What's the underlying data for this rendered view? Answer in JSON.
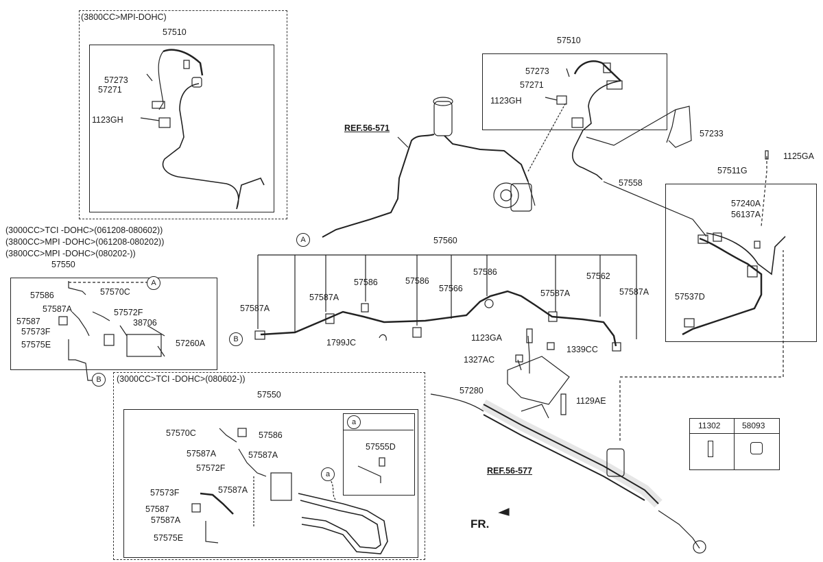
{
  "variants": {
    "top_left": "(3800CC>MPI-DOHC)",
    "left_1": "(3000CC>TCI -DOHC>(061208-080602))",
    "left_2": "(3800CC>MPI -DOHC>(061208-080202))",
    "left_3": "(3800CC>MPI -DOHC>(080202-))",
    "bottom": "(3000CC>TCI -DOHC>(080602-))"
  },
  "refs": {
    "ref1": "REF.56-571",
    "ref2": "REF.56-577"
  },
  "direction": "FR.",
  "markers": {
    "A": "A",
    "B": "B",
    "a": "a"
  },
  "parts": {
    "p57510a": "57510",
    "p57273a": "57273",
    "p57271a": "57271",
    "p1123gha": "1123GH",
    "p57510b": "57510",
    "p57273b": "57273",
    "p57271b": "57271",
    "p1123ghb": "1123GH",
    "p57233": "57233",
    "p57558": "57558",
    "p1125ga": "1125GA",
    "p57511g": "57511G",
    "p57240a": "57240A",
    "p56137a": "56137A",
    "p57537d": "57537D",
    "p57550a": "57550",
    "p57586a": "57586",
    "p57570ca": "57570C",
    "p57587aa": "57587A",
    "p57572fa": "57572F",
    "p57587a": "57587",
    "p38706": "38706",
    "p57573fa": "57573F",
    "p57260a": "57260A",
    "p57575ea": "57575E",
    "p57560": "57560",
    "p57587a_1": "57587A",
    "p57587a_2": "57587A",
    "p57586_1": "57586",
    "p57586_2": "57586",
    "p57566": "57566",
    "p57586_3": "57586",
    "p57587a_3": "57587A",
    "p57562": "57562",
    "p57587a_4": "57587A",
    "p1799jc": "1799JC",
    "p1123ga": "1123GA",
    "p1327ac": "1327AC",
    "p1339cc": "1339CC",
    "p57280": "57280",
    "p1129ae": "1129AE",
    "p57550b": "57550",
    "p57570cb": "57570C",
    "p57586b": "57586",
    "p57587ab1": "57587A",
    "p57587ab2": "57587A",
    "p57572fb": "57572F",
    "p57573fb": "57573F",
    "p57587ab3": "57587A",
    "p57587b": "57587",
    "p57587ab4": "57587A",
    "p57575eb": "57575E",
    "p57555d": "57555D"
  },
  "legend_table": {
    "col1": "11302",
    "col2": "58093"
  }
}
